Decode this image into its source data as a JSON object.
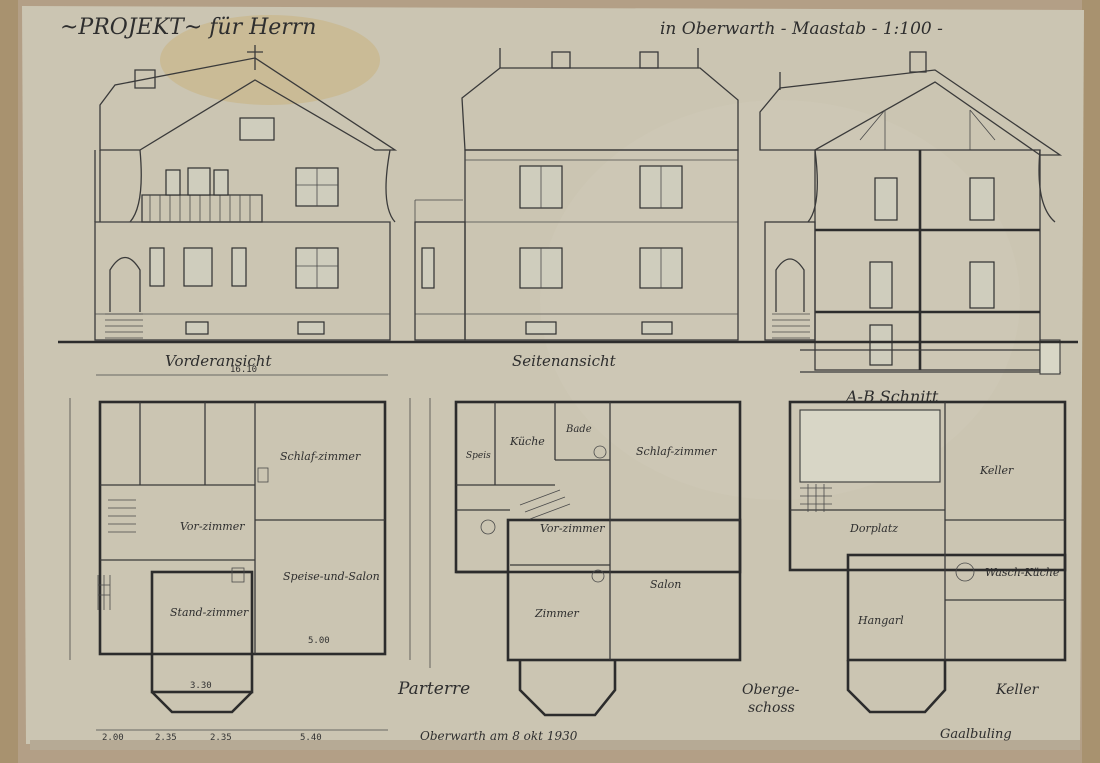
{
  "sheet": {
    "title_left": "~PROJEKT~ für Herrn",
    "title_right": "in Oberwarth - Maastab - 1:100 -",
    "date_line": "Oberwarth am 8 okt 1930",
    "signature": "Gaalbuling"
  },
  "views": {
    "front": "Vorderansicht",
    "side": "Seitenansicht",
    "section": "A-B Schnitt"
  },
  "plans": {
    "ground": {
      "label": "Parterre",
      "rooms": [
        "Schlaf-zimmer",
        "Vor-zimmer",
        "Speise-und-Salon",
        "Stand-zimmer"
      ],
      "dims": [
        "16.10",
        "2.00",
        "2.35",
        "2.35",
        "5.40",
        "3.30",
        "5.00"
      ]
    },
    "upper": {
      "label_1": "Oberge-",
      "label_2": "schoss",
      "rooms": [
        "Küche",
        "Bade",
        "Schlaf-zimmer",
        "Vor-zimmer",
        "Salon",
        "Zimmer",
        "Speis"
      ]
    },
    "cellar": {
      "label": "Keller",
      "rooms": [
        "Keller",
        "Dorplatz",
        "Wasch-Küche",
        "Hangarl"
      ]
    }
  }
}
